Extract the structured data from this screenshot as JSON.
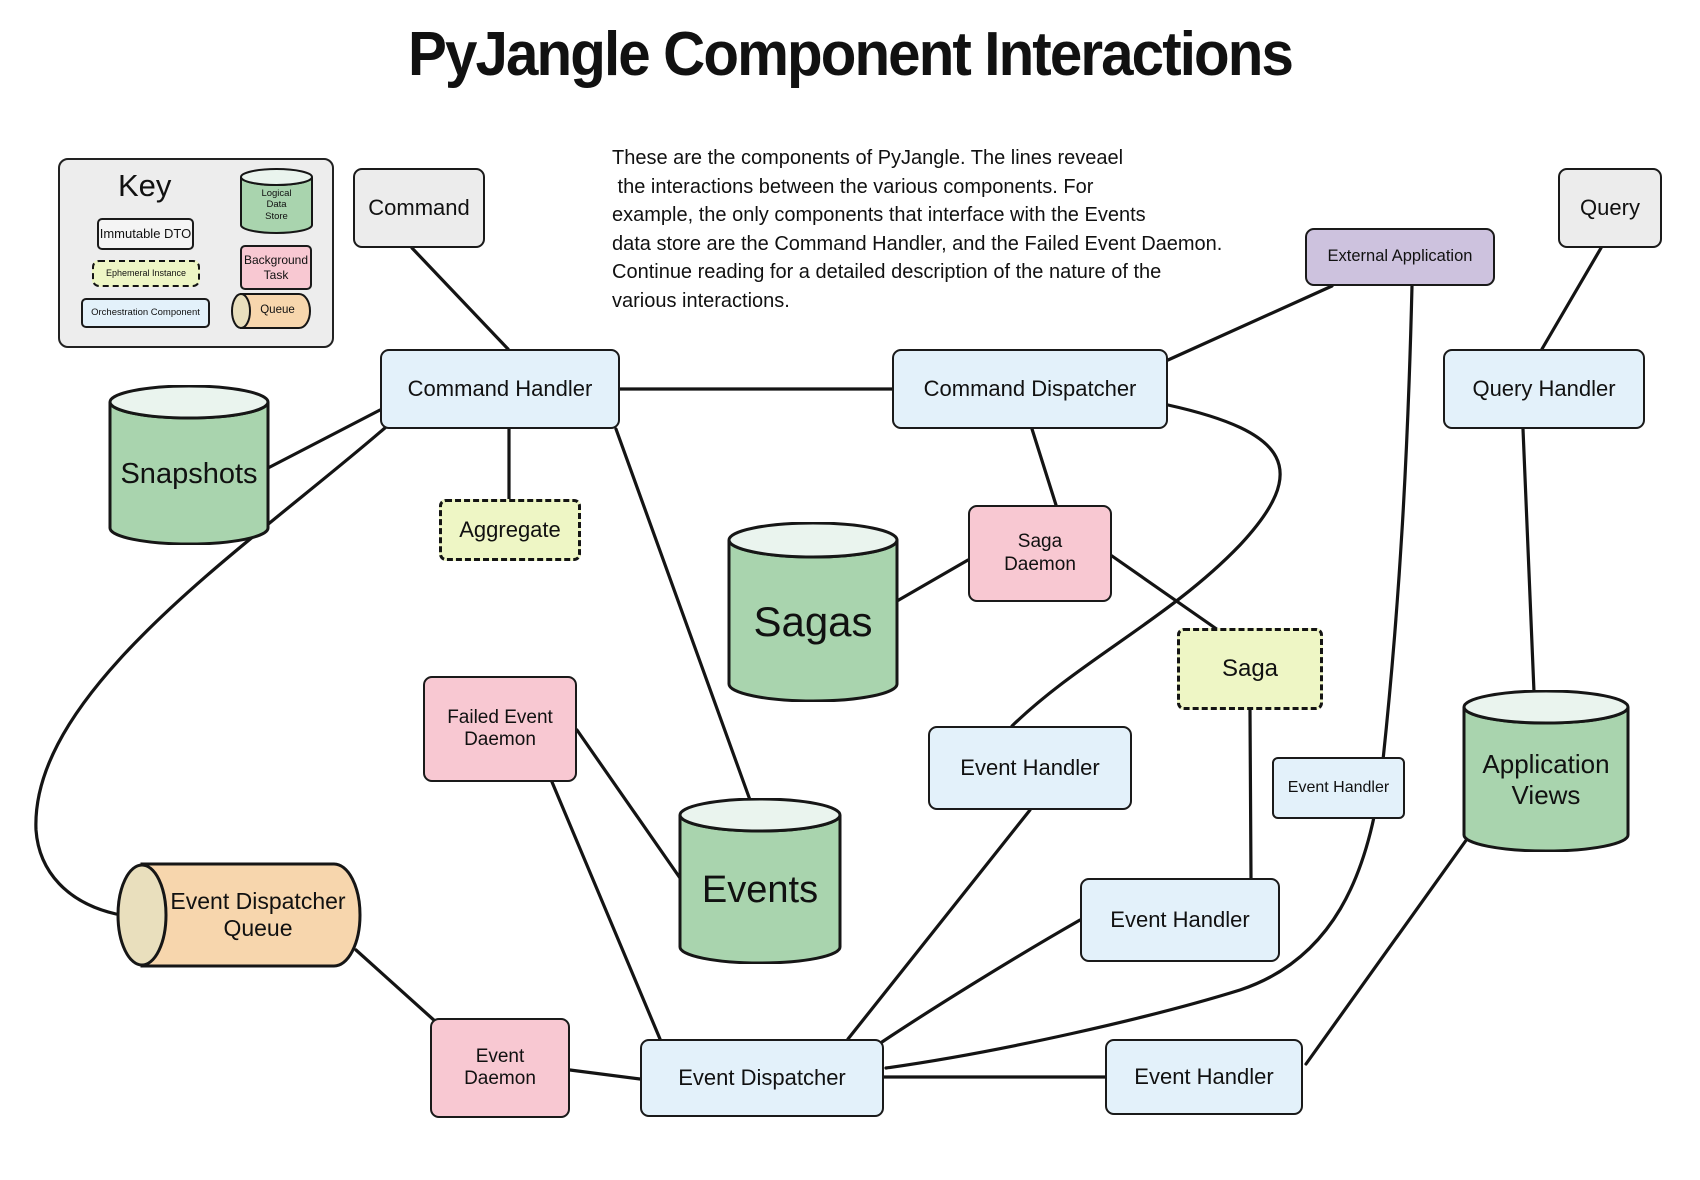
{
  "title": "PyJangle Component Interactions",
  "description": {
    "lines": [
      "These are the components of PyJangle. The lines reveael",
      " the interactions between the various components. For",
      "example, the only components that interface with the Events",
      "data store are the Command Handler, and the Failed Event Daemon.",
      "Continue reading for a detailed description of the nature of the",
      "various interactions."
    ]
  },
  "key": {
    "title": "Key",
    "immutable_dto": "Immutable DTO",
    "ephemeral_instance": "Ephemeral Instance",
    "orchestration_component": "Orchestration Component",
    "logical_data_store": "Logical\nData\nStore",
    "background_task": "Background\nTask",
    "queue": "Queue"
  },
  "nodes": {
    "command": {
      "label": "Command"
    },
    "query": {
      "label": "Query"
    },
    "external_application": {
      "label": "External Application"
    },
    "command_handler": {
      "label": "Command Handler"
    },
    "command_dispatcher": {
      "label": "Command Dispatcher"
    },
    "query_handler": {
      "label": "Query Handler"
    },
    "snapshots": {
      "label": "Snapshots"
    },
    "aggregate": {
      "label": "Aggregate"
    },
    "sagas": {
      "label": "Sagas"
    },
    "saga_daemon": {
      "label": "Saga\nDaemon"
    },
    "saga": {
      "label": "Saga"
    },
    "event_handler_1": {
      "label": "Event Handler"
    },
    "event_handler_2": {
      "label": "Event Handler"
    },
    "event_handler_3": {
      "label": "Event Handler"
    },
    "event_handler_4": {
      "label": "Event Handler"
    },
    "application_views": {
      "label": "Application\nViews"
    },
    "failed_event_daemon": {
      "label": "Failed Event\nDaemon"
    },
    "events": {
      "label": "Events"
    },
    "event_dispatcher_queue": {
      "label": "Event Dispatcher\nQueue"
    },
    "event_daemon": {
      "label": "Event\nDaemon"
    },
    "event_dispatcher": {
      "label": "Event Dispatcher"
    }
  },
  "palette": {
    "box_blue": "#e3f1fa",
    "box_gray": "#ececec",
    "box_purple": "#cdc2de",
    "box_pink": "#f8c8d2",
    "box_yellow_dashed": "#eef6c5",
    "cylinder_green": "#a9d4ae",
    "cylinder_top": "#eaf4ee",
    "queue_orange": "#f7d6ad",
    "queue_end": "#e9dfbd",
    "line": "#141414"
  }
}
